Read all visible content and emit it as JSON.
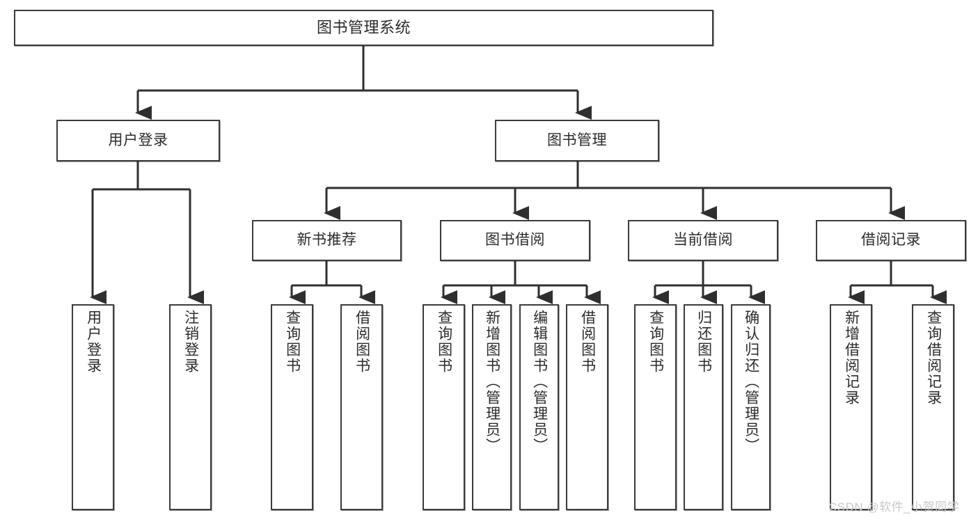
{
  "diagram": {
    "type": "tree-hierarchy",
    "title": "图书管理系统",
    "orientation": "top-down",
    "colors": {
      "node_border": "#3b3b3b",
      "node_fill": "#ffffff",
      "edge": "#2f2f2f",
      "text": "#2b2b2b",
      "watermark": "#c9c9c9"
    }
  },
  "root": {
    "label": "图书管理系统"
  },
  "level2": [
    {
      "label": "用户登录"
    },
    {
      "label": "图书管理"
    }
  ],
  "level3": [
    {
      "label": "新书推荐"
    },
    {
      "label": "图书借阅"
    },
    {
      "label": "当前借阅"
    },
    {
      "label": "借阅记录"
    }
  ],
  "leaves": {
    "user_login": [
      {
        "label": "用户登录"
      },
      {
        "label": "注销登录"
      }
    ],
    "new_book_recommend": [
      {
        "label": "查询图书"
      },
      {
        "label": "借阅图书"
      }
    ],
    "book_borrow": [
      {
        "label": "查询图书"
      },
      {
        "label": "新增图书（管理员）"
      },
      {
        "label": "编辑图书（管理员）"
      },
      {
        "label": "借阅图书"
      }
    ],
    "current_borrow": [
      {
        "label": "查询图书"
      },
      {
        "label": "归还图书"
      },
      {
        "label": "确认归还（管理员）"
      }
    ],
    "borrow_records": [
      {
        "label": "新增借阅记录"
      },
      {
        "label": "查询借阅记录"
      }
    ]
  },
  "watermark": {
    "text": "CSDN @软件_小贺同学"
  }
}
